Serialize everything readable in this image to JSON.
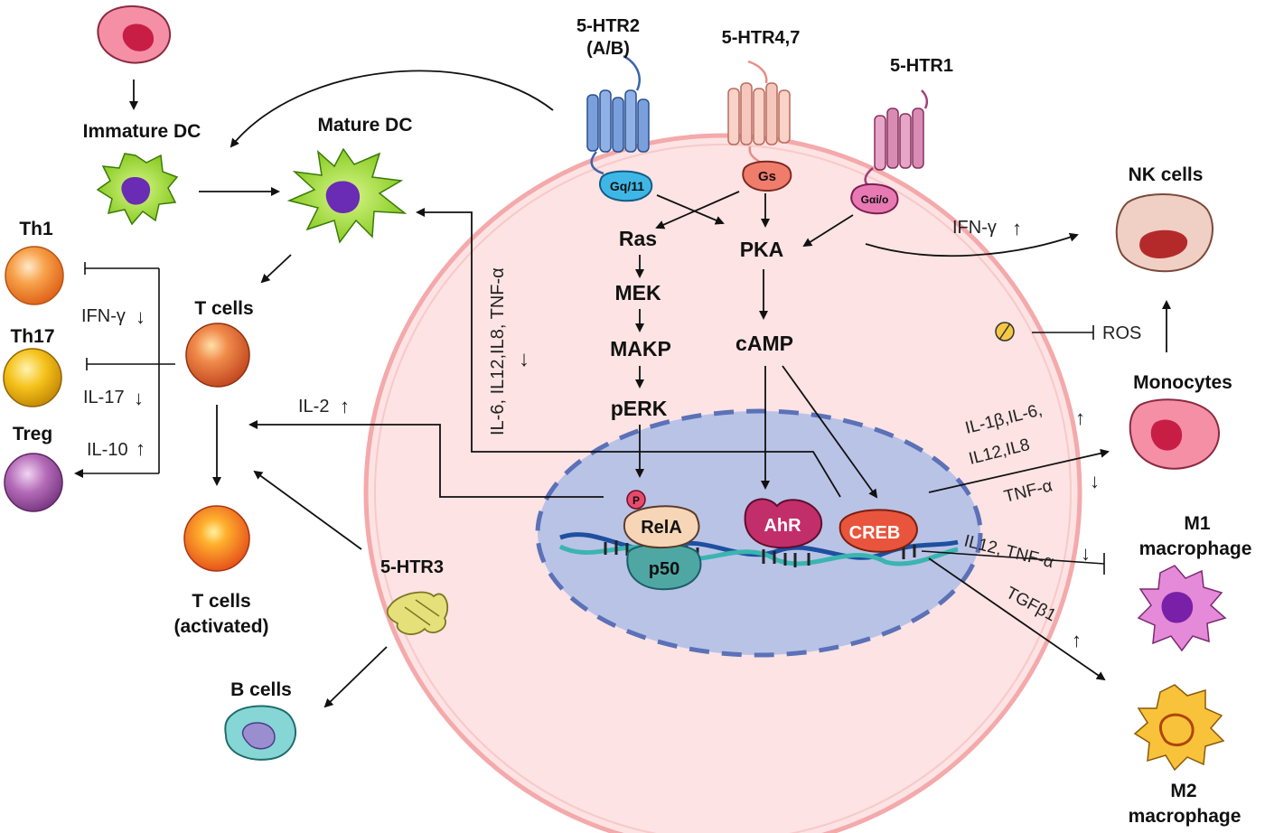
{
  "receptors": {
    "htr2": "5-HTR2",
    "htr2_sub": "(A/B)",
    "htr47": "5-HTR4,7",
    "htr1": "5-HTR1",
    "htr3": "5-HTR3"
  },
  "gproteins": {
    "gq": "Gq/11",
    "gs": "Gs",
    "gi": "Gαi/o"
  },
  "pathway": {
    "ras": "Ras",
    "mek": "MEK",
    "makp": "MAKP",
    "perk": "pERK",
    "pka": "PKA",
    "camp": "cAMP"
  },
  "nucleus": {
    "p": "P",
    "rela": "RelA",
    "p50": "p50",
    "ahr": "AhR",
    "creb": "CREB"
  },
  "cells": {
    "immature_dc": "Immature DC",
    "mature_dc": "Mature DC",
    "th1": "Th1",
    "th17": "Th17",
    "treg": "Treg",
    "t_cells": "T cells",
    "t_activated_1": "T cells",
    "t_activated_2": "(activated)",
    "b_cells": "B cells",
    "nk_cells": "NK cells",
    "monocytes": "Monocytes",
    "m1_1": "M1",
    "m1_2": "macrophage",
    "m2_1": "M2",
    "m2_2": "macrophage"
  },
  "cytokines": {
    "ifng_th1": "IFN-γ",
    "il17": "IL-17",
    "il10": "IL-10",
    "il2": "IL-2",
    "dc_cytokines": "IL-6, IL12,IL8, TNF-α",
    "ifng_nk": "IFN-γ",
    "ros": "ROS",
    "mono_1": "IL-1β,IL-6,",
    "mono_2": "IL12,IL8",
    "tnfa": "TNF-α",
    "m1_cyt": "IL12, TNF-α",
    "tgfb": "TGFβ1"
  },
  "arrows": {
    "up": "↑",
    "down": "↓"
  },
  "colors": {
    "cell_fill": "#fde3e3",
    "cell_ring": "#f4a9ab",
    "nucleus_fill": "#b9c3e6",
    "nucleus_dash": "#5b71b8",
    "htr2": "#7aa0dc",
    "htr47": "#f6c7bd",
    "htr1": "#d98cb3",
    "creb": "#e8553c",
    "ahr": "#c22e6a"
  }
}
